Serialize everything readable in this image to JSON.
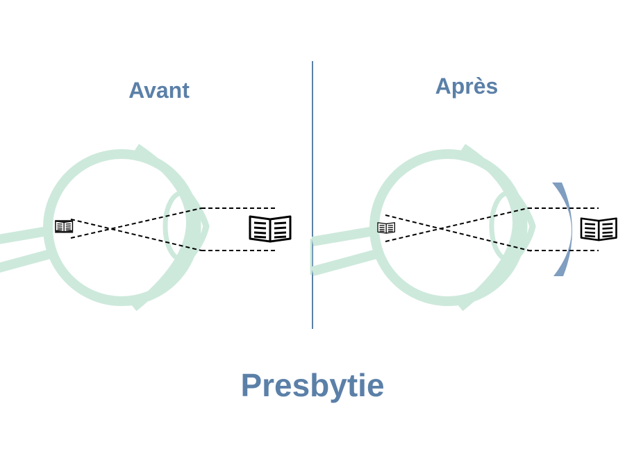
{
  "panels": {
    "before": {
      "title": "Avant"
    },
    "after": {
      "title": "Après"
    }
  },
  "main_title": "Presbytie",
  "colors": {
    "title": "#5b80a8",
    "eye": "#cde9dc",
    "corrective_lens": "#7f9ec0",
    "divider": "#5b80a8",
    "rays": "#000000"
  },
  "icons": {
    "book": "open-book-icon",
    "eye": "eye-cross-section-icon",
    "lens": "convex-lens-icon"
  }
}
